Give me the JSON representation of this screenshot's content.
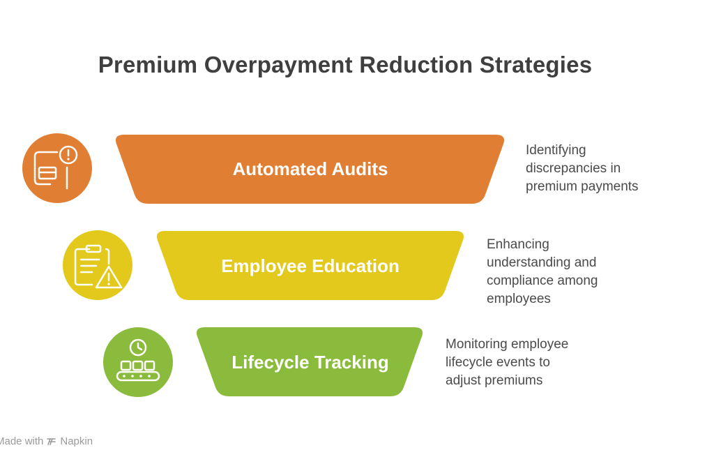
{
  "title": "Premium Overpayment Reduction Strategies",
  "tiers": [
    {
      "label": "Automated Audits",
      "description": "Identifying\ndiscrepancies in\npremium payments",
      "color": "#E07F33",
      "icon": "audit-alert-icon"
    },
    {
      "label": "Employee Education",
      "description": "Enhancing\nunderstanding and\ncompliance among\nemployees",
      "color": "#E2C91C",
      "icon": "clipboard-warning-icon"
    },
    {
      "label": "Lifecycle Tracking",
      "description": "Monitoring employee\nlifecycle events to\nadjust premiums",
      "color": "#8BBB3C",
      "icon": "clock-conveyor-icon"
    }
  ],
  "footer": {
    "made_with": "Made with",
    "brand": "Napkin"
  }
}
